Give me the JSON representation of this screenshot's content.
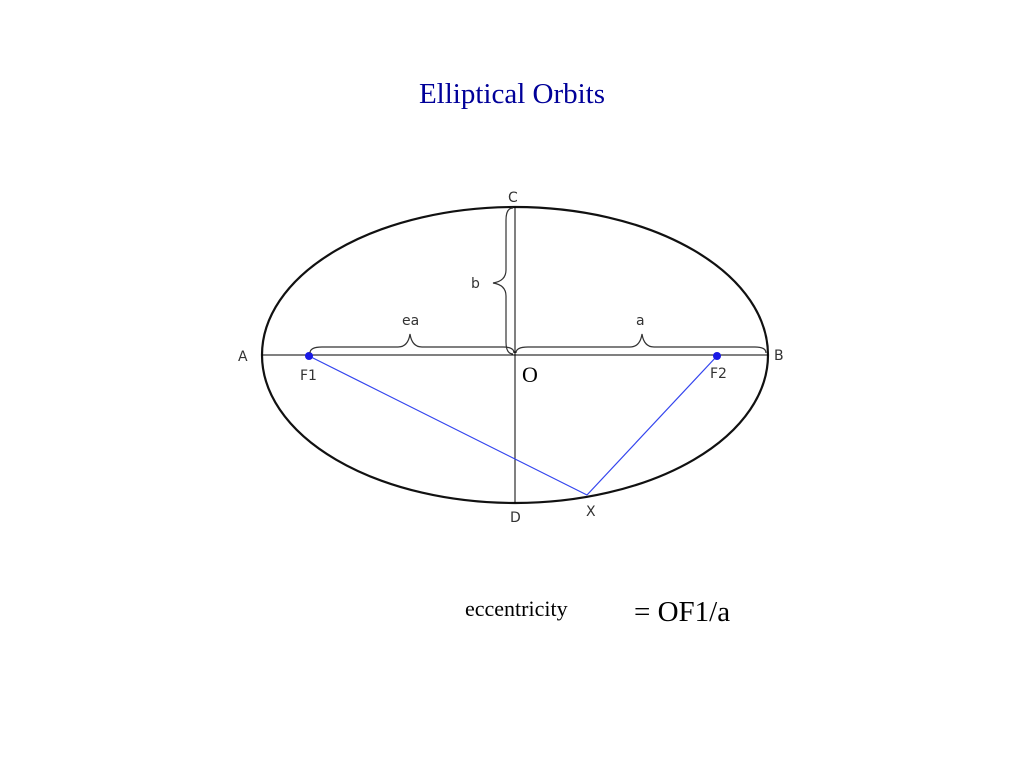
{
  "slide": {
    "title": "Elliptical Orbits"
  },
  "diagram": {
    "points": {
      "A": "A",
      "B": "B",
      "C": "C",
      "D": "D",
      "F1": "F1",
      "F2": "F2",
      "O": "O",
      "X": "X"
    },
    "segments": {
      "ea": "ea",
      "a": "a",
      "b": "b"
    },
    "colors": {
      "ellipse": "#111111",
      "axes": "#000000",
      "focal_lines": "#3344ee",
      "foci": "#1a1ae6",
      "title": "#000099"
    }
  },
  "formula": {
    "label": "eccentricity",
    "expression": "= OF1/a"
  }
}
